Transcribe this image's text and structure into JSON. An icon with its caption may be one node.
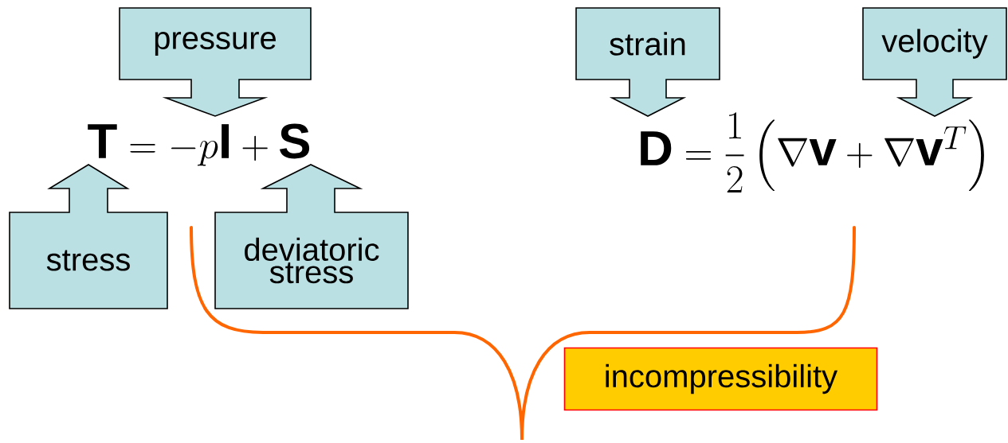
{
  "diagram": {
    "nodes": [
      {
        "text": [
          "pressure"
        ]
      },
      {
        "text": [
          "strain"
        ]
      },
      {
        "text": [
          "velocity"
        ]
      },
      {
        "text": [
          "\\mathbf{T}=-p\\mathbf{I}+\\mathbf{S}"
        ]
      },
      {
        "text": [
          "\\mathbf{D}=\\frac{1}{2}\\left(\\nabla\\mathbf{v}+\\nabla\\mathbf{v}^{T}\\right)"
        ]
      },
      {
        "text": [
          "stress"
        ]
      },
      {
        "text": [
          "deviatoric stress"
        ]
      },
      {
        "text": [
          "incompressibility"
        ]
      }
    ]
  }
}
